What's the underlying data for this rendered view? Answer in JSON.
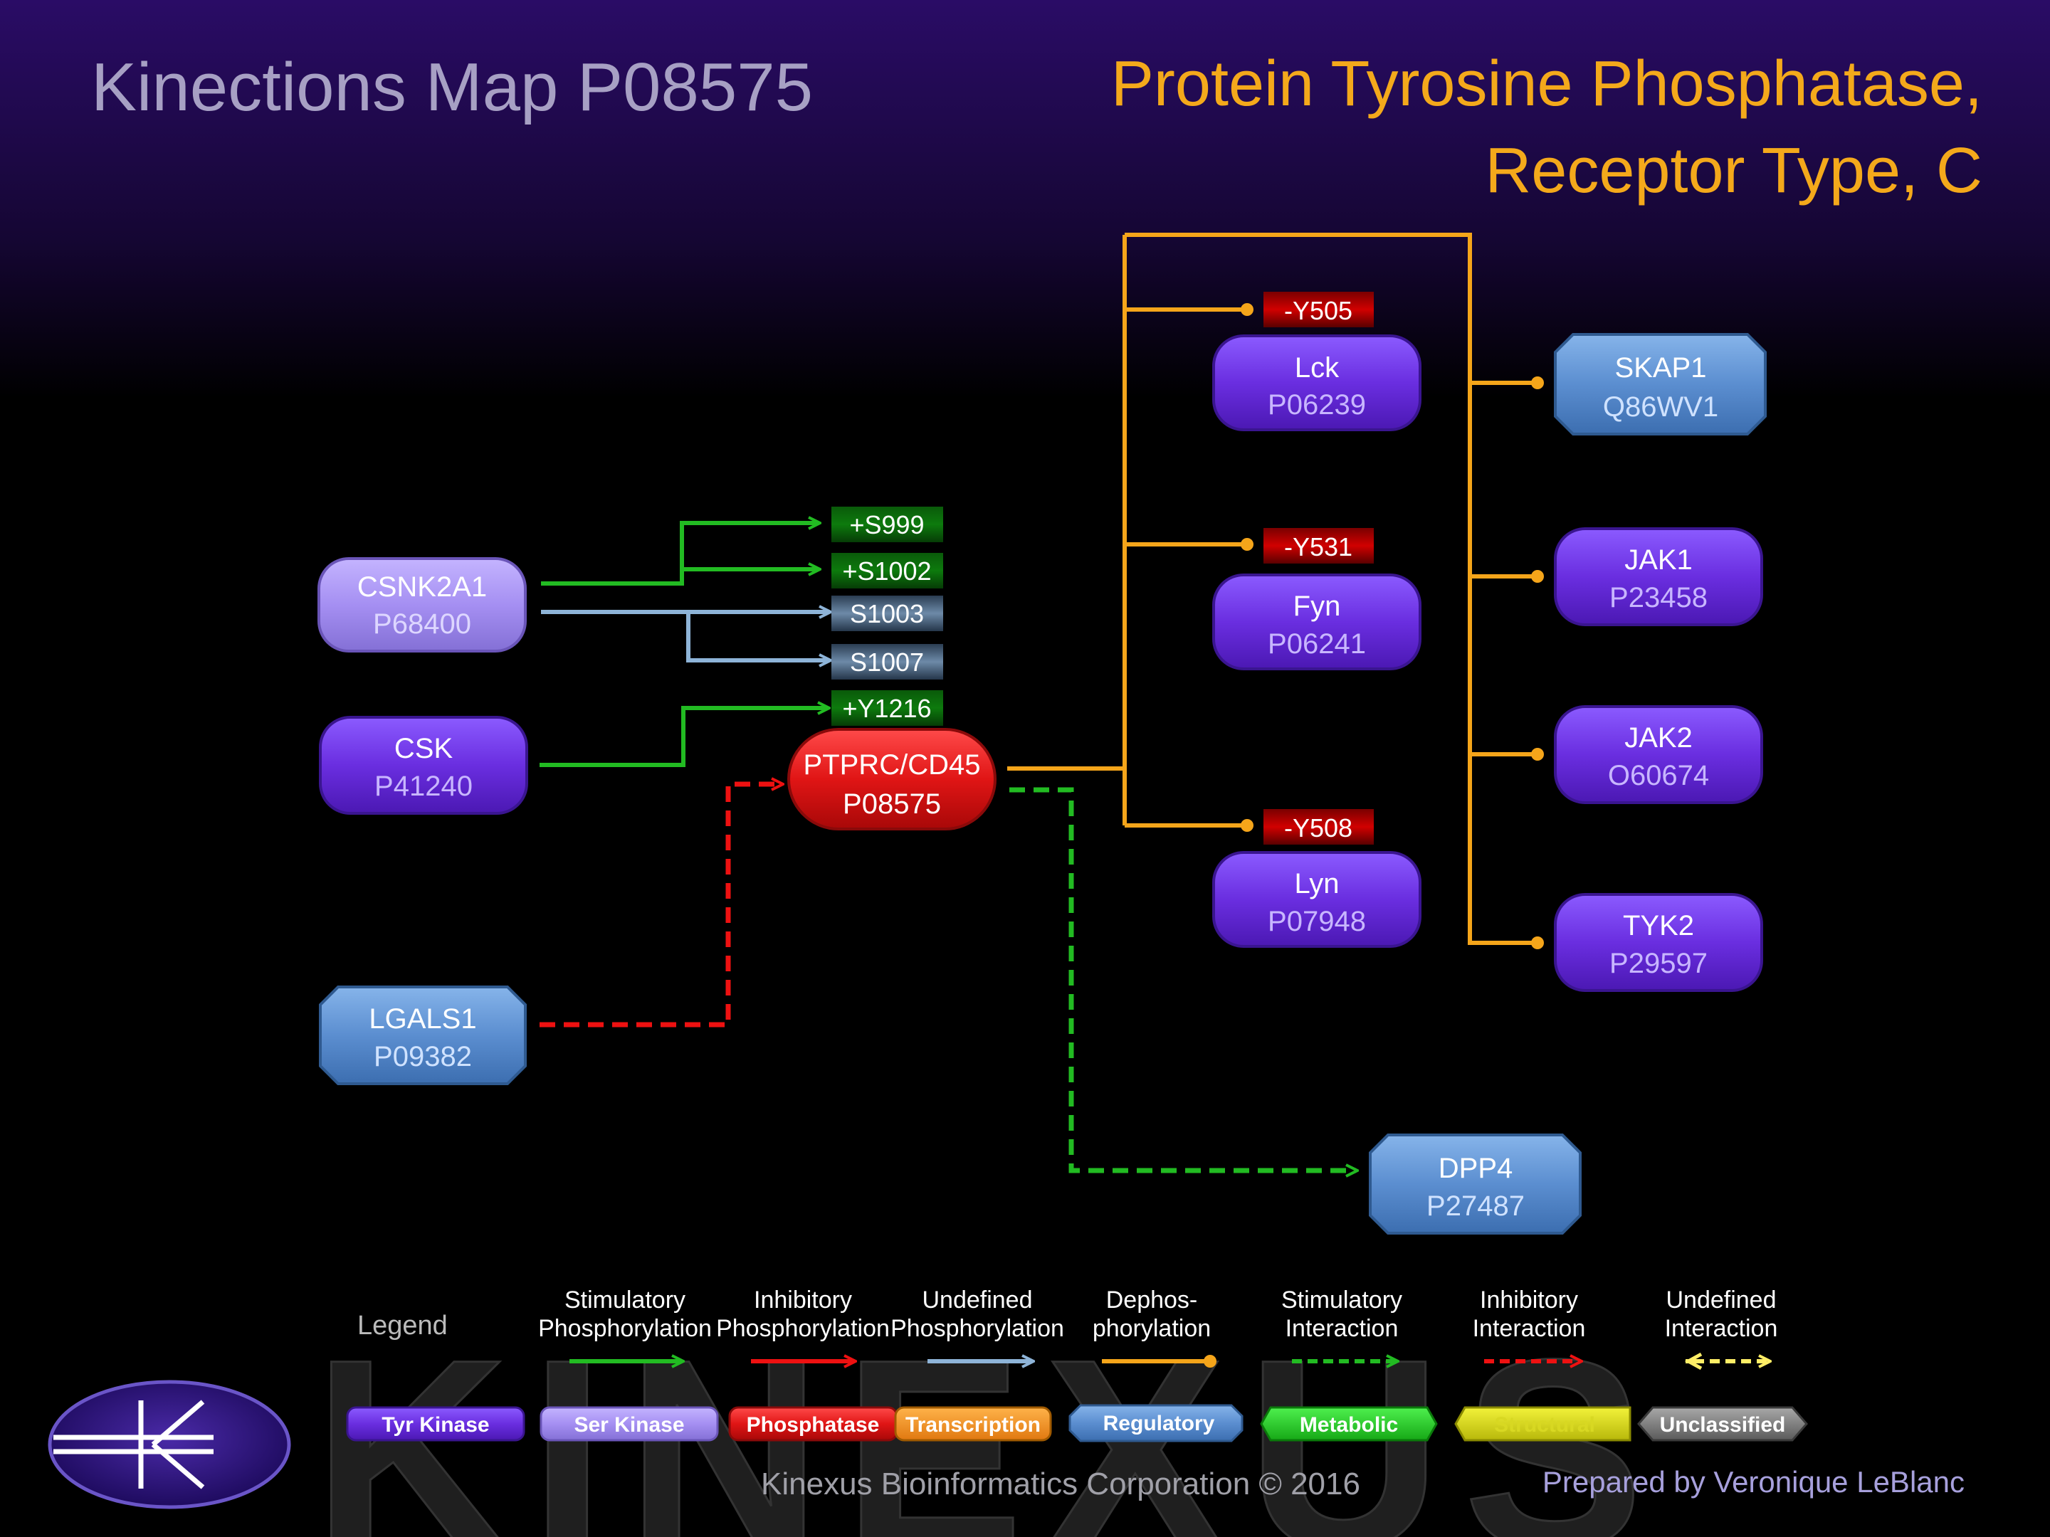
{
  "header": {
    "map_title": "Kinections Map P08575",
    "protein_name_line1": "Protein Tyrosine Phosphatase,",
    "protein_name_line2": "Receptor Type, C"
  },
  "nodes": {
    "csnk2a1": {
      "name": "CSNK2A1",
      "id": "P68400",
      "category": "Ser Kinase"
    },
    "csk": {
      "name": "CSK",
      "id": "P41240",
      "category": "Tyr Kinase"
    },
    "lgals1": {
      "name": "LGALS1",
      "id": "P09382",
      "category": "Regulatory"
    },
    "ptprc": {
      "name": "PTPRC/CD45",
      "id": "P08575",
      "category": "Phosphatase"
    },
    "lck": {
      "name": "Lck",
      "id": "P06239",
      "category": "Tyr Kinase"
    },
    "fyn": {
      "name": "Fyn",
      "id": "P06241",
      "category": "Tyr Kinase"
    },
    "lyn": {
      "name": "Lyn",
      "id": "P07948",
      "category": "Tyr Kinase"
    },
    "skap1": {
      "name": "SKAP1",
      "id": "Q86WV1",
      "category": "Regulatory"
    },
    "jak1": {
      "name": "JAK1",
      "id": "P23458",
      "category": "Tyr Kinase"
    },
    "jak2": {
      "name": "JAK2",
      "id": "O60674",
      "category": "Tyr Kinase"
    },
    "tyk2": {
      "name": "TYK2",
      "id": "P29597",
      "category": "Tyr Kinase"
    },
    "dpp4": {
      "name": "DPP4",
      "id": "P27487",
      "category": "Regulatory"
    }
  },
  "sites": {
    "s999": "+S999",
    "s1002": "+S1002",
    "s1003": "S1003",
    "s1007": "S1007",
    "y1216": "+Y1216",
    "y505": "-Y505",
    "y531": "-Y531",
    "y508": "-Y508"
  },
  "legend": {
    "title": "Legend",
    "edges": [
      {
        "line1": "Stimulatory",
        "line2": "Phosphorylation"
      },
      {
        "line1": "Inhibitory",
        "line2": "Phosphorylation"
      },
      {
        "line1": "Undefined",
        "line2": "Phosphorylation"
      },
      {
        "line1": "Dephos-",
        "line2": "phorylation"
      },
      {
        "line1": "Stimulatory",
        "line2": "Interaction"
      },
      {
        "line1": "Inhibitory",
        "line2": "Interaction"
      },
      {
        "line1": "Undefined",
        "line2": "Interaction"
      }
    ],
    "categories": [
      "Tyr Kinase",
      "Ser Kinase",
      "Phosphatase",
      "Transcription",
      "Regulatory",
      "Metabolic",
      "Structural",
      "Unclassified"
    ]
  },
  "footer": {
    "watermark": "KINEXUS",
    "copyright": "Kinexus Bioinformatics Corporation © 2016",
    "prepared_by": "Prepared by Veronique LeBlanc"
  },
  "colors": {
    "stimulatory": "#22bb22",
    "inhibitory": "#ee1111",
    "undefined": "#8eb4d8",
    "dephos": "#f5a51a",
    "tyr_kinase": "#6a2ee0",
    "ser_kinase": "#a58ff2",
    "phosphatase": "#e01515",
    "regulatory": "#5b8ed0",
    "title_gray": "#a7a0c4",
    "title_gold": "#f4a91b"
  }
}
